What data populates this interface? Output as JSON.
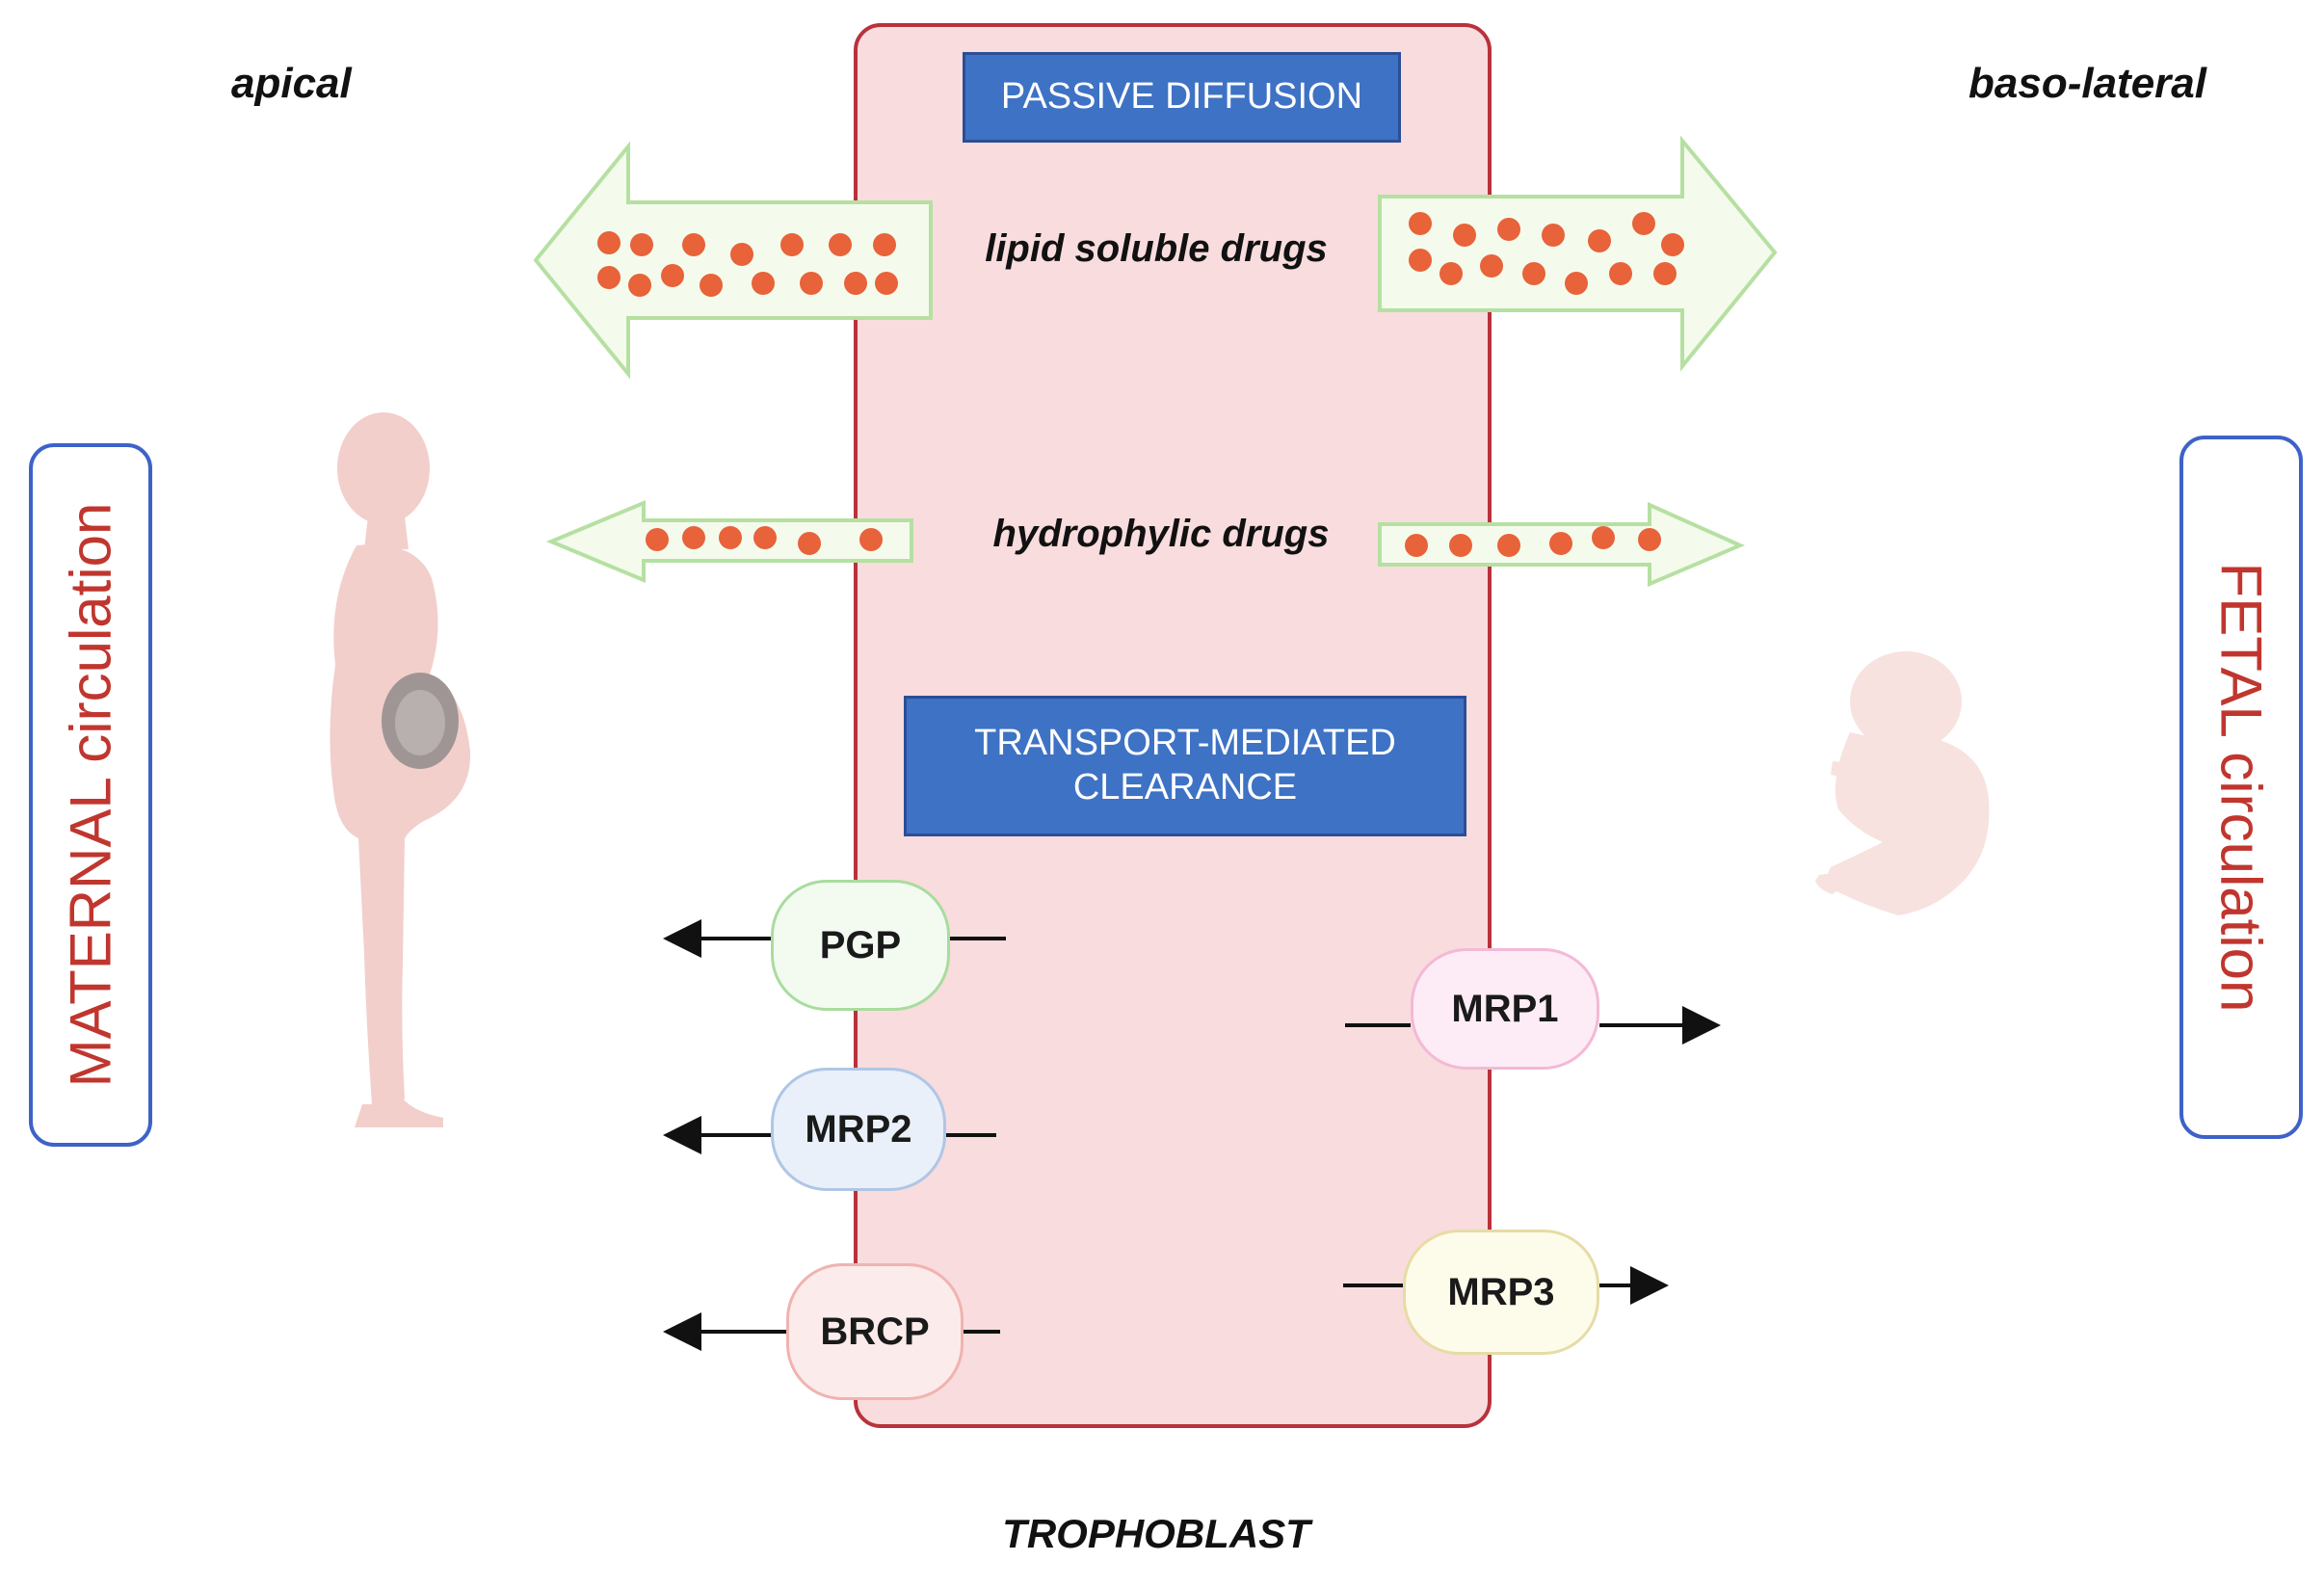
{
  "labels": {
    "apical": "apical",
    "basolateral": "baso-lateral",
    "maternal": "MATERNAL circulation",
    "fetal": "FETAL circulation",
    "trophoblast": "TROPHOBLAST"
  },
  "passive": {
    "title": "PASSIVE DIFFUSION",
    "lipid_label": "lipid soluble drugs",
    "hydro_label": "hydrophylic drugs"
  },
  "transport": {
    "title": "TRANSPORT-MEDIATED CLEARANCE",
    "transporters": {
      "pgp": "PGP",
      "mrp2": "MRP2",
      "brcp": "BRCP",
      "mrp1": "MRP1",
      "mrp3": "MRP3"
    }
  },
  "colors": {
    "cell_fill": "#F9DCDD",
    "cell_border": "#B8323C",
    "title_box": "#3E72C4",
    "arrow_fill": "#F4FBEC",
    "arrow_border": "#B6E0A2",
    "drug_dot": "#E8623A",
    "circulation_border": "#3D62C8",
    "circulation_text": "#C0362E",
    "silhouette": "#F2CFCB"
  },
  "icons": {
    "maternal": "pregnant-woman-icon",
    "fetal": "fetus-icon"
  }
}
